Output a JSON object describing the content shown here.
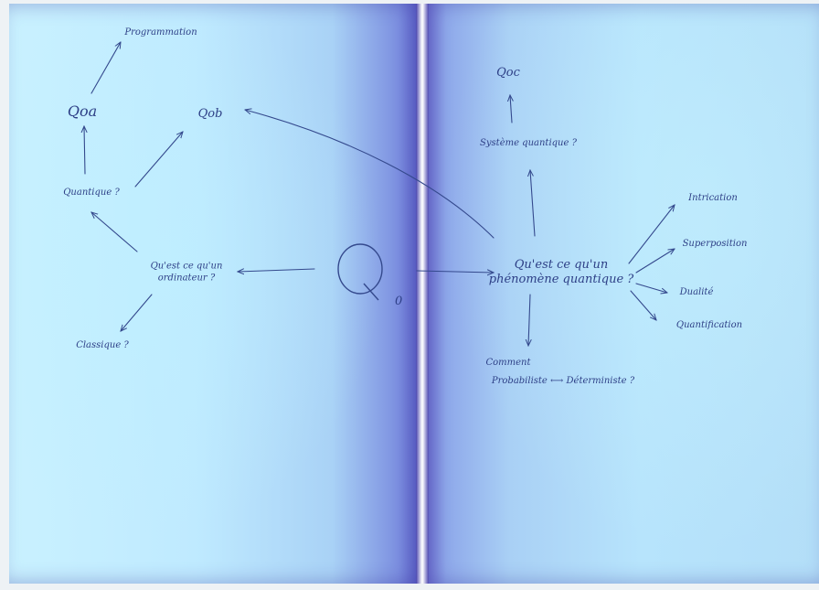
{
  "nodes": {
    "programmation": "Programmation",
    "qoa": "Qoa",
    "qob": "Qob",
    "quantique_q": "Quantique ?",
    "qu_est_ce_ordinateur_line1": "Qu'est ce qu'un",
    "qu_est_ce_ordinateur_line2": "ordinateur ?",
    "classique": "Classique ?",
    "q0_letter": "Q",
    "q0_sub": "0",
    "qoc": "Qoc",
    "systeme_quantique": "Système quantique ?",
    "phenomene_line1": "Qu'est ce qu'un",
    "phenomene_line2": "phénomène quantique ?",
    "intrication": "Intrication",
    "superposition": "Superposition",
    "dualite": "Dualité",
    "quantification": "Quantification",
    "comment": "Comment",
    "probabiliste_deterministe": "Probabiliste ⟷ Déterministe ?"
  }
}
